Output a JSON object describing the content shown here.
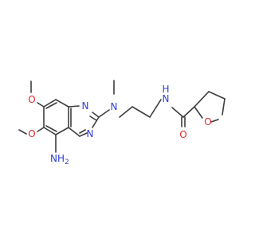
{
  "colors": {
    "bond": "#3d3d3d",
    "nitrogen": "#2c3fd6",
    "oxygen": "#e02a2a",
    "background": "#ffffff"
  },
  "atom_labels": {
    "n_amide": "N",
    "h_amide": "H",
    "o_carbonyl": "O",
    "o_ring": "O",
    "n_amine": "N",
    "n_ring_top": "N",
    "n_ring_bottom": "N",
    "o_methoxy_top": "O",
    "o_methoxy_bottom": "O",
    "nh2": "NH",
    "nh2_sub": "2"
  }
}
